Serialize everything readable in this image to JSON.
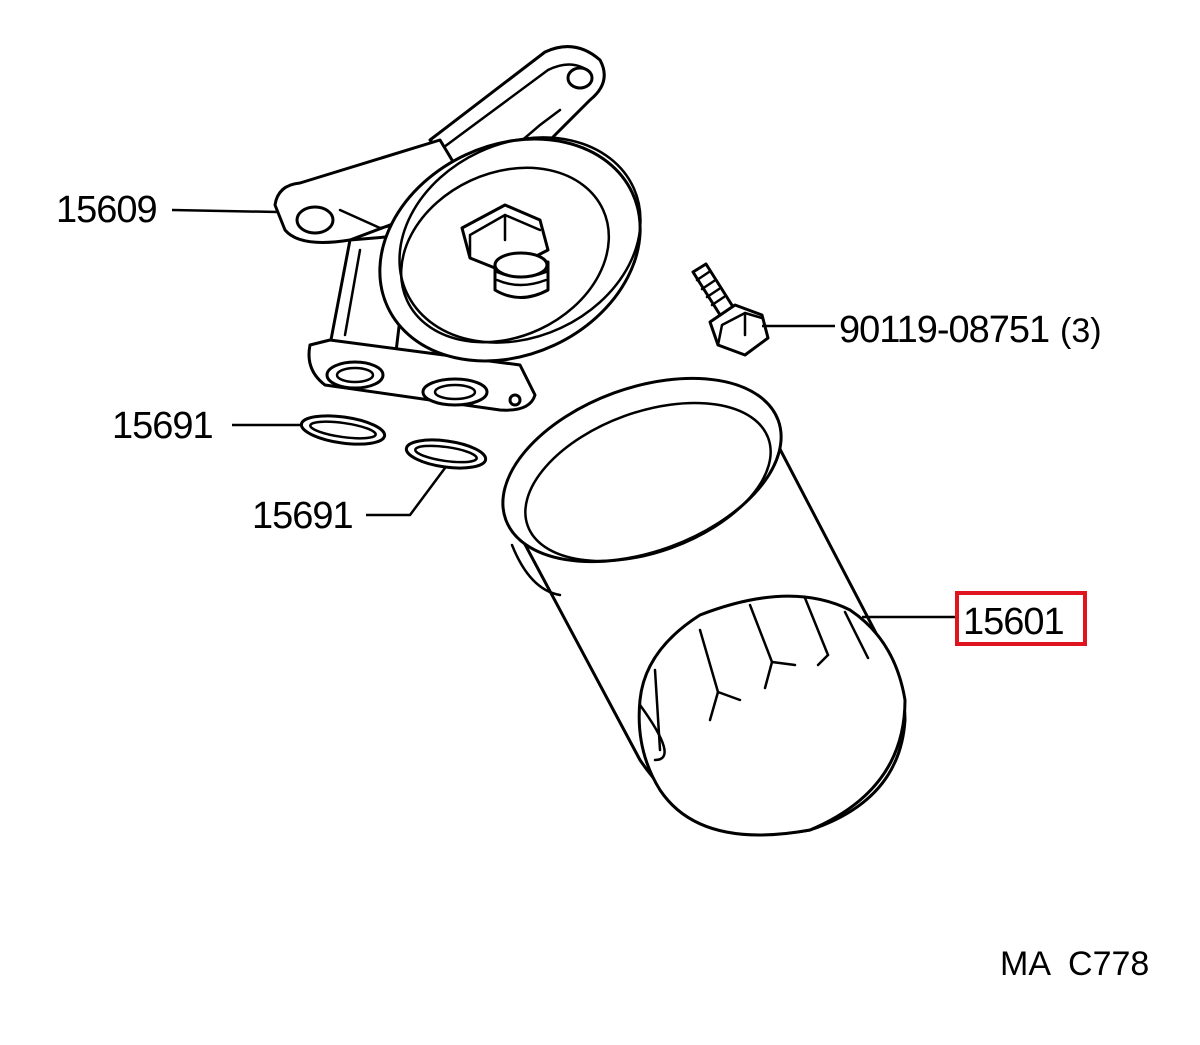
{
  "callouts": {
    "bracket": "15609",
    "bolt": "90119-08751",
    "bolt_qty": "(3)",
    "gasket_upper": "15691",
    "gasket_lower": "15691",
    "filter": "15601"
  },
  "highlight": {
    "part": "15601",
    "color": "#e0141e"
  },
  "diagram_code": "MA  C778"
}
